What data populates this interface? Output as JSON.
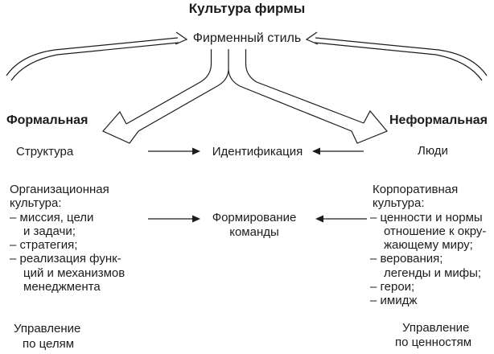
{
  "colors": {
    "ink": "#1c1c1c",
    "background": "#ffffff"
  },
  "title": "Культура фирмы",
  "center_node": "Фирменный стиль",
  "branch_labels": {
    "left": "Формальная",
    "right": "Неформальная"
  },
  "identification_row": {
    "left": "Структура",
    "center": "Идентификация",
    "right": "Люди"
  },
  "team_row": {
    "center": [
      "Формирование",
      "команды"
    ]
  },
  "left_column": {
    "lines": [
      "Организационная",
      "культура:",
      "– миссия, цели",
      "и задачи;",
      "– стратегия;",
      "– реализация функ-",
      "ций и механизмов",
      "менеджмента"
    ],
    "footer": [
      "Управление",
      "по целям"
    ]
  },
  "right_column": {
    "lines": [
      "Корпоративная",
      "культура:",
      "– ценности и нормы",
      "отношение к окру-",
      "жающему миру;",
      "– верования;",
      "легенды и мифы;",
      "– герои;",
      "– имидж"
    ],
    "footer": [
      "Управление",
      "по ценностям"
    ]
  },
  "icons": [
    "curved-arrow-left",
    "curved-arrow-right",
    "split-arrow-down-left",
    "split-arrow-down-right",
    "arrow-right",
    "arrow-left"
  ]
}
